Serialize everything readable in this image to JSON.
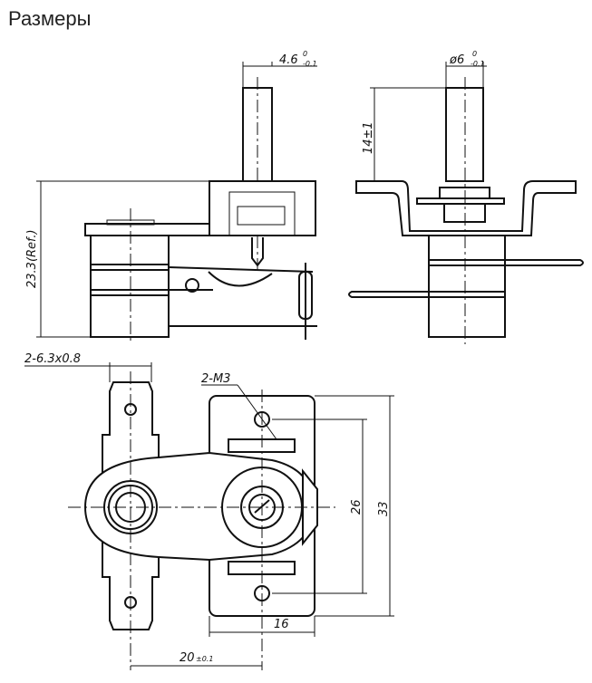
{
  "title": "Размеры",
  "dimensions": {
    "shaft_width": "4.6",
    "shaft_width_tol_upper": "0",
    "shaft_width_tol_lower": "-0.1",
    "shaft_diameter": "ø6",
    "shaft_diameter_tol_upper": "0",
    "shaft_diameter_tol_lower": "-0.1",
    "shaft_height": "14±1",
    "total_height": "23.3(Ref.)",
    "terminals": "2-6.3x0.8",
    "mount_holes": "2-M3",
    "hole_spacing": "26",
    "body_height": "33",
    "body_width": "16",
    "center_distance": "20",
    "center_distance_tol": "±0.1"
  }
}
